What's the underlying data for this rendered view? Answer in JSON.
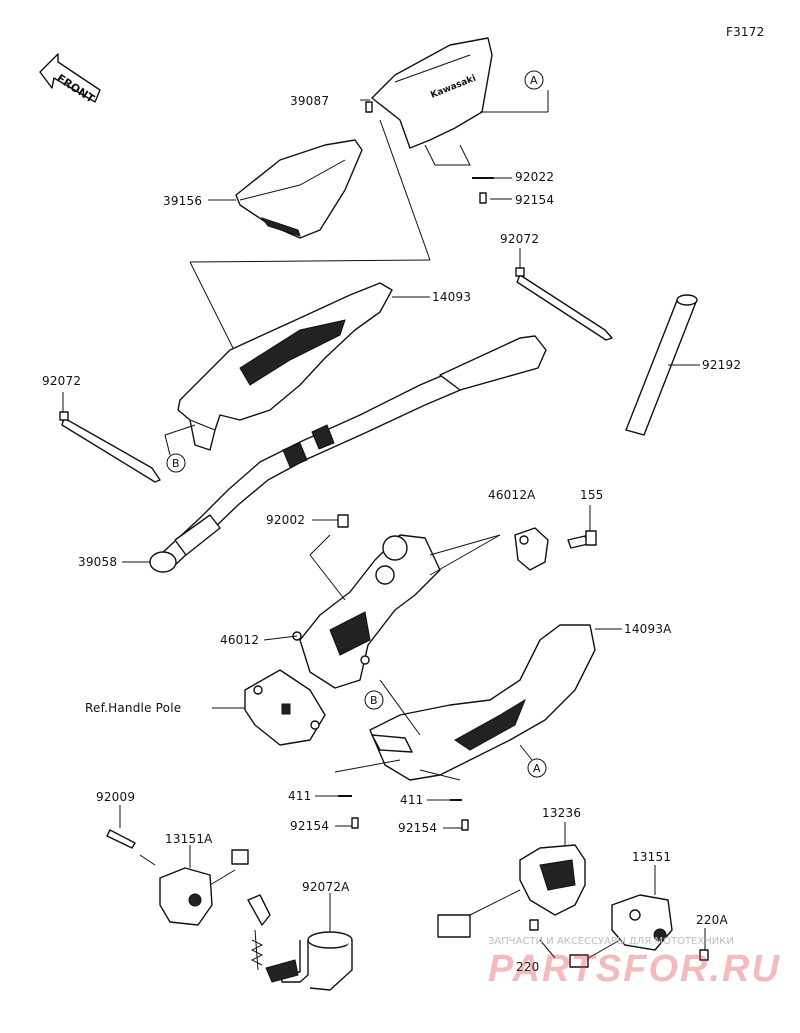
{
  "diagram": {
    "code": "F3172",
    "front_label": "FRONT",
    "brand_on_cover": "Kawasaki",
    "ref_label": "Ref.Handle Pole",
    "callouts": [
      "A",
      "A",
      "B",
      "B"
    ],
    "parts": [
      "39087",
      "92022",
      "92154",
      "39156",
      "92072",
      "14093",
      "92192",
      "92072",
      "46012A",
      "155",
      "92002",
      "39058",
      "46012",
      "14093A",
      "411",
      "411",
      "92154",
      "92154",
      "92009",
      "13151A",
      "13236",
      "13151",
      "220A",
      "92072A",
      "220"
    ]
  },
  "watermark": {
    "line1": "ЗАПЧАСТИ И АКСЕССУАРЫ ДЛЯ МОТОТЕХНИКИ",
    "line2": "PARTSFOR.RU"
  }
}
